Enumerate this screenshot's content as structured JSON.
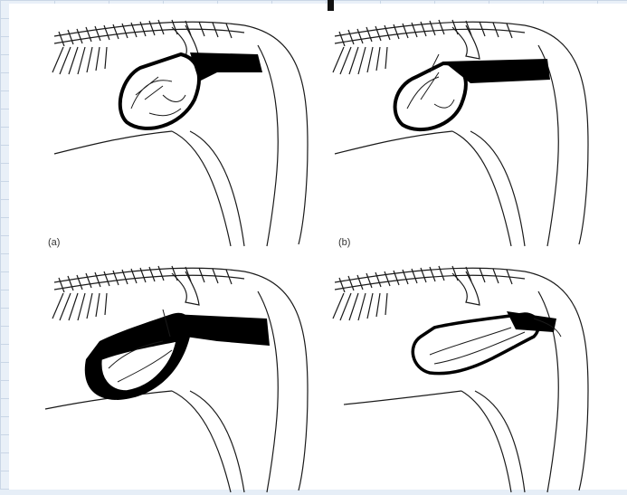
{
  "figure": {
    "panels": [
      {
        "id": "a",
        "label": "(a)"
      },
      {
        "id": "b",
        "label": "(b)"
      },
      {
        "id": "c",
        "label": ""
      },
      {
        "id": "d",
        "label": ""
      }
    ]
  },
  "colors": {
    "line": "#1a1a1a",
    "fill": "#000000",
    "paper": "#ffffff",
    "grid": "#c9d6e6"
  }
}
